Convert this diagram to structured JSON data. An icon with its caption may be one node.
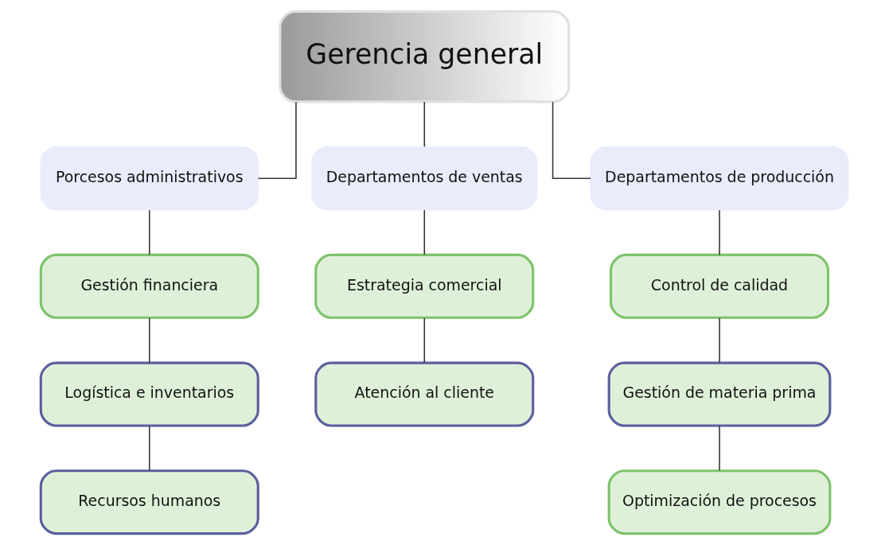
{
  "diagram": {
    "nodes": [
      {
        "text": [
          "Gerencia general"
        ]
      },
      {
        "text": [
          "Porcesos administrativos"
        ]
      },
      {
        "text": [
          "Departamentos de ventas"
        ]
      },
      {
        "text": [
          "Departamentos de producción"
        ]
      },
      {
        "text": [
          "Gestión financiera"
        ]
      },
      {
        "text": [
          "Logística e inventarios"
        ]
      },
      {
        "text": [
          "Recursos humanos"
        ]
      },
      {
        "text": [
          "Estrategia comercial"
        ]
      },
      {
        "text": [
          "Atención al cliente"
        ]
      },
      {
        "text": [
          "Control de calidad"
        ]
      },
      {
        "text": [
          "Gestión de materia prima"
        ]
      },
      {
        "text": [
          "Optimización de procesos"
        ]
      }
    ],
    "edges": [
      {
        "from": 0,
        "to": 1,
        "arrow": "none"
      },
      {
        "from": 0,
        "to": 2,
        "arrow": "none"
      },
      {
        "from": 0,
        "to": 3,
        "arrow": "none"
      },
      {
        "from": 1,
        "to": 4,
        "arrow": "none"
      },
      {
        "from": 4,
        "to": 5,
        "arrow": "none"
      },
      {
        "from": 5,
        "to": 6,
        "arrow": "none"
      },
      {
        "from": 2,
        "to": 7,
        "arrow": "none"
      },
      {
        "from": 7,
        "to": 8,
        "arrow": "none"
      },
      {
        "from": 3,
        "to": 9,
        "arrow": "none"
      },
      {
        "from": 9,
        "to": 10,
        "arrow": "none"
      },
      {
        "from": 10,
        "to": 11,
        "arrow": "none"
      }
    ]
  }
}
